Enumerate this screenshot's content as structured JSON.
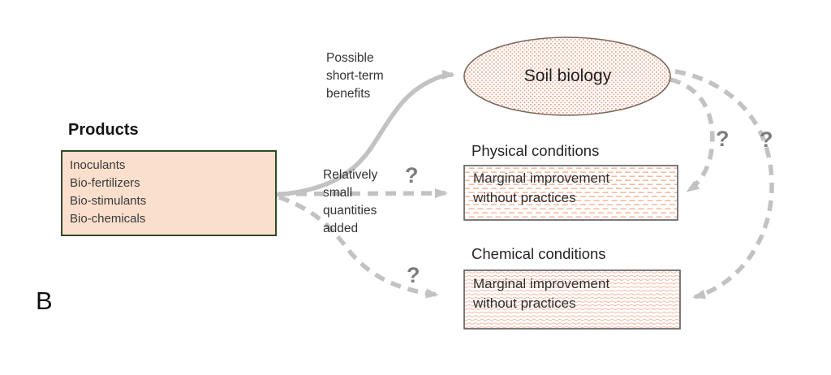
{
  "panel_label": "B",
  "products": {
    "title": "Products",
    "items": [
      "Inoculants",
      "Bio-fertilizers",
      "Bio-stimulants",
      "Bio-chemicals"
    ]
  },
  "labels": {
    "benefits": "Possible\nshort-term\nbenefits",
    "quantities": "Relatively\nsmall\nquantities\nadded",
    "question_mark": "?"
  },
  "nodes": {
    "soil_biology": {
      "label": "Soil biology"
    },
    "physical": {
      "heading": "Physical conditions",
      "body": "Marginal improvement\nwithout practices"
    },
    "chemical": {
      "heading": "Chemical conditions",
      "body": "Marginal improvement\nwithout practices"
    }
  },
  "colors": {
    "product_box_fill": "#fbdfcd",
    "product_box_border": "#2e4a2b",
    "pattern_peach": "#eda98e",
    "node_border": "#595959",
    "ellipse_border": "#7a6a5e",
    "arrow_gray": "#c2c2c2",
    "question_gray": "#7d7d7d",
    "text": "#2b2b2b"
  }
}
